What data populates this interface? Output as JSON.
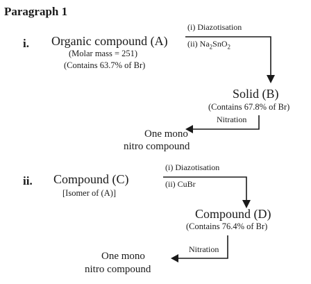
{
  "heading": "Paragraph 1",
  "part1": {
    "numeral": "i.",
    "compound": "Organic compound (A)",
    "molar_mass": "(Molar mass = 251)",
    "contains": "(Contains 63.7% of Br)",
    "step1": "(i) Diazotisation",
    "step2_prefix": "(ii) Na",
    "step2_sub1": "2",
    "step2_mid": "SnO",
    "step2_sub2": "2",
    "product": "Solid (B)",
    "product_contains": "(Contains 67.8% of Br)",
    "nitration": "Nitration",
    "result_line1": "One mono",
    "result_line2": "nitro compound"
  },
  "part2": {
    "numeral": "ii.",
    "compound": "Compound (C)",
    "isomer": "[Isomer of (A)]",
    "step1": "(i) Diazotisation",
    "step2": "(ii) CuBr",
    "product": "Compound (D)",
    "product_contains": "(Contains 76.4% of Br)",
    "nitration": "Nitration",
    "result_line1": "One mono",
    "result_line2": "nitro compound"
  }
}
